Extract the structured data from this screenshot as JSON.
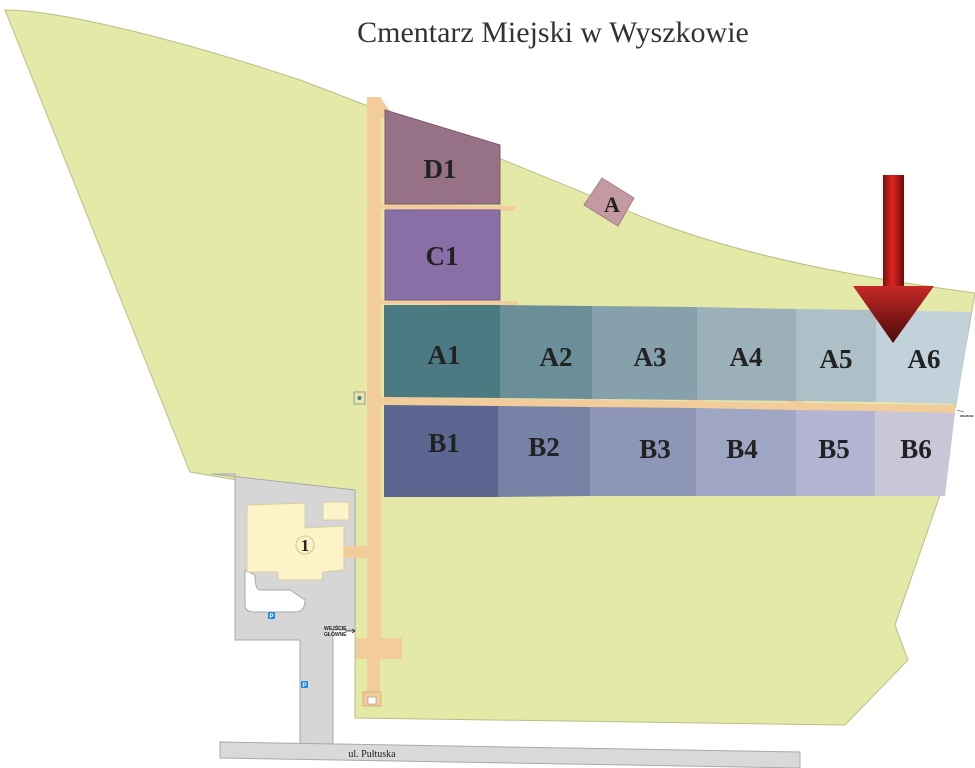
{
  "title": "Cmentarz Miejski w Wyszkowie",
  "sections": {
    "D1": {
      "label": "D1",
      "color": "#977186"
    },
    "C1": {
      "label": "C1",
      "color": "#8a6ea6"
    },
    "A": {
      "label": "A",
      "color": "#c49aa2"
    },
    "A1": {
      "label": "A1",
      "color": "#4b7a83"
    },
    "A2": {
      "label": "A2",
      "color": "#6a8f99"
    },
    "A3": {
      "label": "A3",
      "color": "#86a1ab"
    },
    "A4": {
      "label": "A4",
      "color": "#9bb0b8"
    },
    "A5": {
      "label": "A5",
      "color": "#adc0c8"
    },
    "A6": {
      "label": "A6",
      "color": "#c2d2da"
    },
    "B1": {
      "label": "B1",
      "color": "#5b6691"
    },
    "B2": {
      "label": "B2",
      "color": "#7682a6"
    },
    "B3": {
      "label": "B3",
      "color": "#8d96b6"
    },
    "B4": {
      "label": "B4",
      "color": "#9fa6c4"
    },
    "B5": {
      "label": "B5",
      "color": "#b3b5d3"
    },
    "B6": {
      "label": "B6",
      "color": "#c7c7d8"
    }
  },
  "building_label": "1",
  "entrance_label_line1": "WEJŚCIE",
  "entrance_label_line2": "GŁÓWNE",
  "street_label": "ul. Pułtuska",
  "parking_label": "P",
  "side_exit_label": "WEJŚCIE",
  "colors": {
    "grass": "#e4e9a8",
    "path": "#f3cc9c",
    "parking_area": "#d6d6d6",
    "building": "#fcf4c8",
    "arrow": "#b71c1c",
    "parking_sign": "#1e88e5"
  },
  "marker": {
    "type": "arrow-down",
    "points_to": "A6"
  }
}
